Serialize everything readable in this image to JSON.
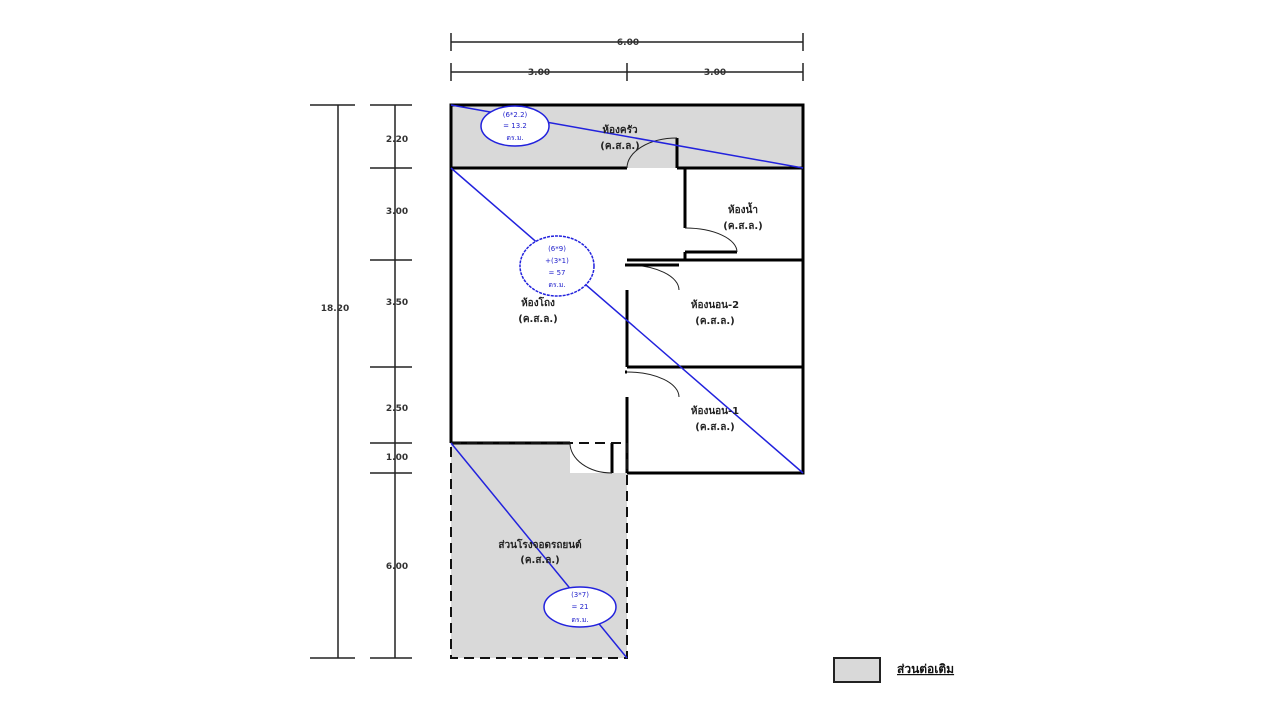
{
  "dimensions": {
    "top_total": "6.00",
    "top_left": "3.00",
    "top_right": "3.00",
    "left_total": "18.20",
    "left_segments": [
      "2.20",
      "3.00",
      "3.50",
      "2.50",
      "1.00",
      "6.00"
    ]
  },
  "rooms": {
    "kitchen": {
      "name": "ห้องครัว",
      "material": "(ค.ส.ล.)"
    },
    "bathroom": {
      "name": "ห้องน้ำ",
      "material": "(ค.ส.ล.)"
    },
    "living": {
      "name": "ห้องโถง",
      "material": "(ค.ส.ล.)"
    },
    "bedroom2": {
      "name": "ห้องนอน-2",
      "material": "(ค.ส.ล.)"
    },
    "bedroom1": {
      "name": "ห้องนอน-1",
      "material": "(ค.ส.ล.)"
    },
    "carport": {
      "name": "ส่วนโรงจอดรถยนต์",
      "material": "(ค.ส.ล.)"
    }
  },
  "areas": {
    "kitchen": [
      "(6*2.2)",
      "= 13.2",
      "ตร.ม."
    ],
    "main": [
      "(6*9)",
      "+(3*1)",
      "= 57",
      "ตร.ม."
    ],
    "carport": [
      "(3*7)",
      "= 21",
      "ตร.ม."
    ]
  },
  "legend": {
    "label": "ส่วนต่อเติม"
  },
  "colors": {
    "extension_fill": "#d9d9d9",
    "area_line": "#2222dd",
    "wall": "#000000"
  }
}
